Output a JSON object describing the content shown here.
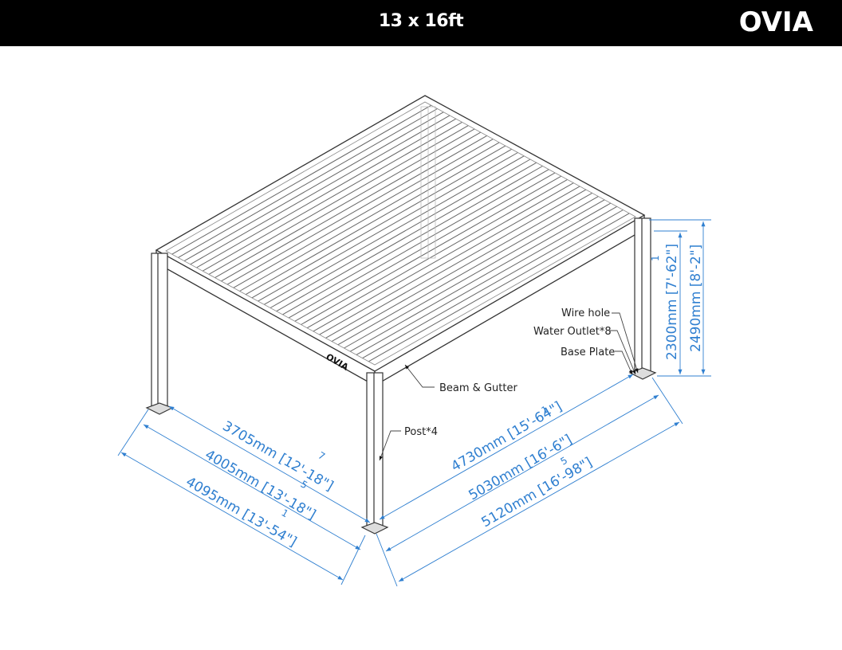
{
  "header": {
    "title": "13 x 16ft",
    "logo": "OVIA"
  },
  "drawing": {
    "roof_brand": "OVIA",
    "labels": {
      "beam_gutter": "Beam & Gutter",
      "post": "Post*4",
      "wire_hole": "Wire hole",
      "water_outlet": "Water Outlet*8",
      "base_plate": "Base Plate"
    },
    "dimensions": {
      "width_inner": {
        "text": "3705mm [12'-18\"]",
        "frac": "7"
      },
      "width_mid": {
        "text": "4005mm [13'-18\"]",
        "frac": "5"
      },
      "width_outer": {
        "text": "4095mm [13'-54\"]",
        "frac": "1"
      },
      "length_inner": {
        "text": "4730mm [15'-64\"]",
        "frac": "1"
      },
      "length_mid": {
        "text": "5030mm [16'-6\"]",
        "frac": ""
      },
      "length_outer": {
        "text": "5120mm [16'-98\"]",
        "frac": "5"
      },
      "height_clear": {
        "text": "2300mm [7'-62\"]",
        "frac": "1"
      },
      "height_total": {
        "text": "2490mm [8'-2\"]",
        "frac": ""
      }
    },
    "colors": {
      "dimension": "#2f7fd0",
      "line": "#333333",
      "header_bg": "#000000"
    }
  }
}
